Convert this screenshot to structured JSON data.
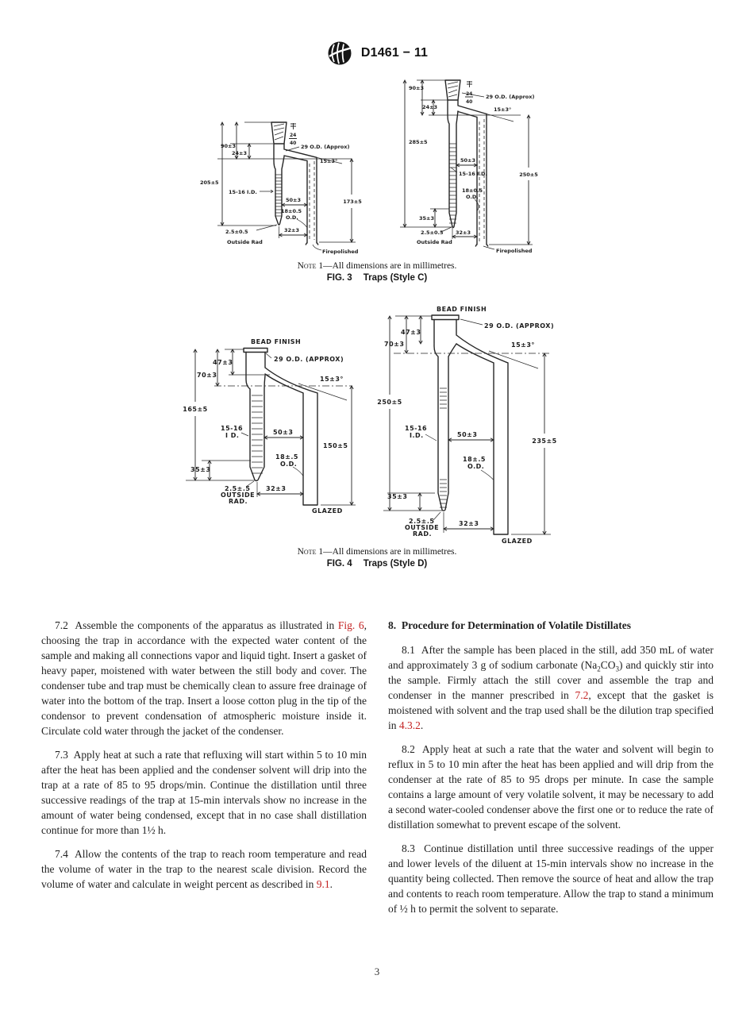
{
  "header": {
    "doc_code": "D1461 − 11"
  },
  "fig3": {
    "note_label": "Note 1",
    "note_text": "—All dimensions are in millimetres.",
    "caption_num": "FIG. 3",
    "caption_title": "Traps (Style C)",
    "left": {
      "taper_num": "24",
      "taper_den": "40",
      "dim_90": "90±3",
      "dim_24": "24±3",
      "od29": "29 O.D. (Approx)",
      "angle": "15±3°",
      "dim_205": "205±5",
      "id_tube": "15-16 I.D.",
      "dim_50": "50±3",
      "od18a": "18±0.5",
      "od18b": "O.D.",
      "dim_173": "173±5",
      "rad_val": "2.5±0.5",
      "rad_lbl": "Outside Rad",
      "dim_32": "32±3",
      "fire": "Firepolished"
    },
    "right": {
      "taper_num": "24",
      "taper_den": "40",
      "dim_90": "90±3",
      "dim_24": "24±3",
      "od29": "29 O.D. (Approx)",
      "angle": "15±3°",
      "dim_285": "285±5",
      "dim_50": "50±3",
      "id_tube": "15-16 I.D.",
      "od18a": "18±0.5",
      "od18b": "O.D.",
      "dim_250": "250±5",
      "dim_35": "35±3",
      "rad_val": "2.5±0.5",
      "rad_lbl": "Outside Rad",
      "dim_32": "32±3",
      "fire": "Firepolished"
    }
  },
  "fig4": {
    "note_label": "Note 1",
    "note_text": "—All dimensions are in millimetres.",
    "caption_num": "FIG. 4",
    "caption_title": "Traps (Style D)",
    "left": {
      "bead": "BEAD FINISH",
      "od29": "29 O.D. (APPROX)",
      "dim_47": "47±3",
      "dim_70": "70±3",
      "angle": "15±3°",
      "dim_165": "165±5",
      "id_a": "15-16",
      "id_b": "I D.",
      "dim_50": "50±3",
      "dim_150": "150±5",
      "dim_35": "35±3",
      "od18a": "18±.5",
      "od18b": "O.D.",
      "rad_a": "2.5±.5",
      "rad_b": "OUTSIDE",
      "rad_c": "RAD.",
      "dim_32": "32±3",
      "glazed": "GLAZED"
    },
    "right": {
      "bead": "BEAD FINISH",
      "od29": "29 O.D. (APPROX)",
      "dim_47": "47±3",
      "dim_70": "70±3",
      "angle": "15±3°",
      "dim_250": "250±5",
      "id_a": "15-16",
      "id_b": "I.D.",
      "dim_50": "50±3",
      "dim_235": "235±5",
      "od18a": "18±.5",
      "od18b": "O.D.",
      "dim_35": "35±3",
      "rad_a": "2.5±.5",
      "rad_b": "OUTSIDE",
      "rad_c": "RAD.",
      "dim_32": "32±3",
      "glazed": "GLAZED"
    }
  },
  "content": {
    "p72": {
      "t1": "7.2  Assemble the components of the apparatus as illustrated in ",
      "link1": "Fig. 6",
      "t2": ", choosing the trap in accordance with the expected water content of the sample and making all connections vapor and liquid tight. Insert a gasket of heavy paper, moistened with water between the still body and cover. The condenser tube and trap must be chemically clean to assure free drainage of water into the bottom of the trap. Insert a loose cotton plug in the tip of the condensor to prevent condensation of atmospheric moisture inside it. Circulate cold water through the jacket of the condenser."
    },
    "p73": {
      "t1": "7.3  Apply heat at such a rate that refluxing will start within 5 to 10 min after the heat has been applied and the condenser solvent will drip into the trap at a rate of 85 to 95 drops/min. Continue the distillation until three successive readings of the trap at 15-min intervals show no increase in the amount of water being condensed, except that in no case shall distillation continue for more than 1½ h."
    },
    "p74": {
      "t1": "7.4  Allow the contents of the trap to reach room temperature and read the volume of water in the trap to the nearest scale division. Record the volume of water and calculate in weight percent as described in ",
      "link1": "9.1",
      "t2": "."
    },
    "h8": "8.  Procedure for Determination of Volatile Distillates",
    "p81": {
      "t1": "8.1  After the sample has been placed in the still, add 350 mL of water and approximately 3 g of sodium carbonate (Na",
      "sub1": "2",
      "t2": "CO",
      "sub2": "3",
      "t3": ") and quickly stir into the sample. Firmly attach the still cover and assemble the trap and condenser in the manner prescribed in ",
      "link1": "7.2",
      "t4": ", except that the gasket is moistened with solvent and the trap used shall be the dilution trap specified in ",
      "link2": "4.3.2",
      "t5": "."
    },
    "p82": {
      "t1": "8.2  Apply heat at such a rate that the water and solvent will begin to reflux in 5 to 10 min after the heat has been applied and will drip from the condenser at the rate of 85 to 95 drops per minute. In case the sample contains a large amount of very volatile solvent, it may be necessary to add a second water-cooled condenser above the first one or to reduce the rate of distillation somewhat to prevent escape of the solvent."
    },
    "p83": {
      "t1": "8.3  Continue distillation until three successive readings of the upper and lower levels of the diluent at 15-min intervals show no increase in the quantity being collected. Then remove the source of heat and allow the trap and contents to reach room temperature. Allow the trap to stand a minimum of ½ h to permit the solvent to separate."
    }
  },
  "footer": {
    "page_number": "3"
  }
}
